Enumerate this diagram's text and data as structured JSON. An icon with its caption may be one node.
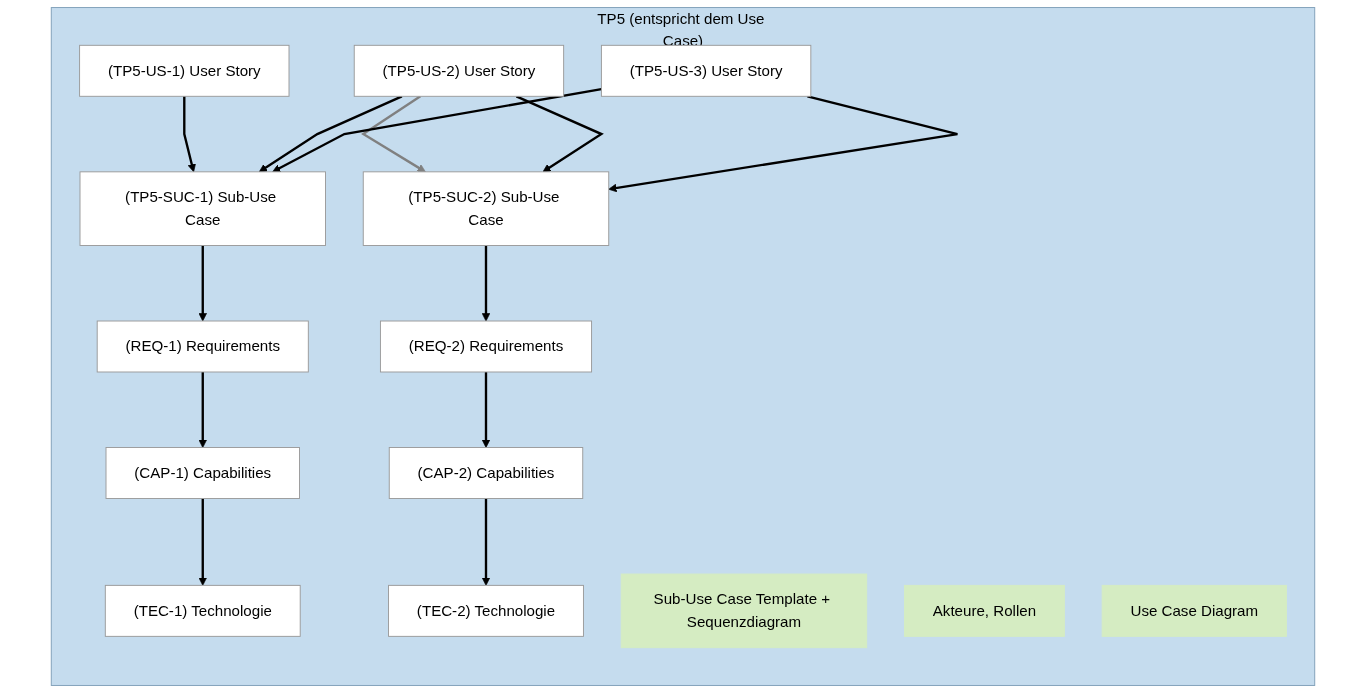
{
  "diagram": {
    "nodes": [
      {
        "text": [
          "TP5 (entspricht dem Use Case)"
        ]
      },
      {
        "text": [
          "(TP5-US-1) User Story"
        ],
        "in": 0
      },
      {
        "text": [
          "(TP5-US-2) User Story"
        ],
        "in": 0
      },
      {
        "text": [
          "(TP5-US-3) User Story"
        ],
        "in": 0
      },
      {
        "text": [
          "(TP5-SUC-1) Sub-Use Case"
        ],
        "in": 0
      },
      {
        "text": [
          "(TP5-SUC-2) Sub-Use Case"
        ],
        "in": 0
      },
      {
        "text": [
          "(REQ-1) Requirements"
        ],
        "in": 0
      },
      {
        "text": [
          "(REQ-2) Requirements"
        ],
        "in": 0
      },
      {
        "text": [
          "(CAP-1) Capabilities"
        ],
        "in": 0
      },
      {
        "text": [
          "(CAP-2) Capabilities"
        ],
        "in": 0
      },
      {
        "text": [
          "(TEC-1) Technologie"
        ],
        "in": 0
      },
      {
        "text": [
          "(TEC-2) Technologie"
        ],
        "in": 0
      },
      {
        "text": [
          "Sub-Use Case Template + Sequenzdiagram"
        ],
        "in": 0
      },
      {
        "text": [
          "Akteure, Rollen"
        ],
        "in": 0
      },
      {
        "text": [
          "Use Case Diagram"
        ],
        "in": 0
      }
    ],
    "edges": [
      {
        "from": 1,
        "to": 4,
        "arrow": "to"
      },
      {
        "from": 2,
        "to": 4,
        "arrow": "to"
      },
      {
        "from": 2,
        "to": 5,
        "arrow": "to",
        "color": "#808080"
      },
      {
        "from": 2,
        "to": 5,
        "arrow": "to"
      },
      {
        "from": 3,
        "to": 4,
        "arrow": "to"
      },
      {
        "from": 3,
        "to": 5,
        "arrow": "to"
      },
      {
        "from": 4,
        "to": 6,
        "arrow": "to"
      },
      {
        "from": 6,
        "to": 8,
        "arrow": "to"
      },
      {
        "from": 8,
        "to": 10,
        "arrow": "to"
      },
      {
        "from": 5,
        "to": 7,
        "arrow": "to"
      },
      {
        "from": 7,
        "to": 9,
        "arrow": "to"
      },
      {
        "from": 9,
        "to": 11,
        "arrow": "to"
      }
    ]
  }
}
